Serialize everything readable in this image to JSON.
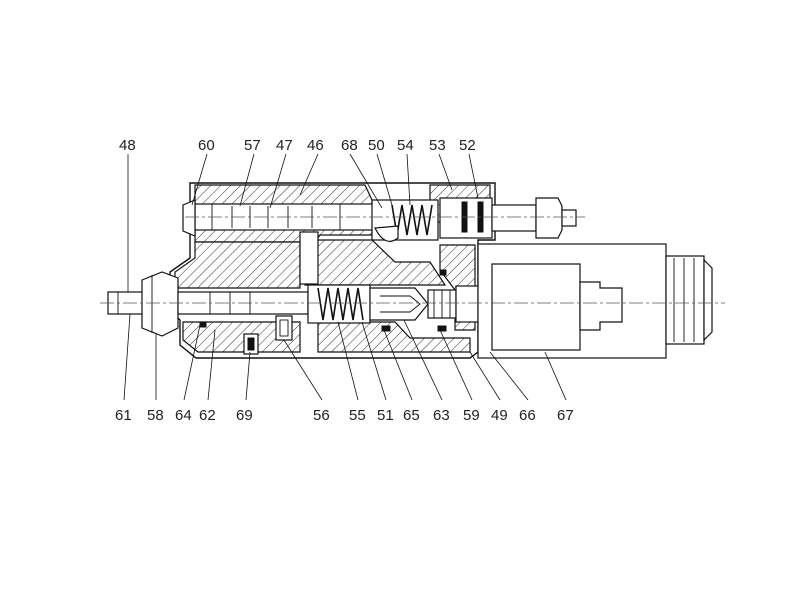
{
  "diagram": {
    "labels_top": [
      "48",
      "60",
      "57",
      "47",
      "46",
      "68",
      "50",
      "54",
      "53",
      "52"
    ],
    "labels_bottom": [
      "61",
      "58",
      "64",
      "62",
      "69",
      "56",
      "55",
      "51",
      "65",
      "63",
      "59",
      "49",
      "66",
      "67"
    ]
  }
}
